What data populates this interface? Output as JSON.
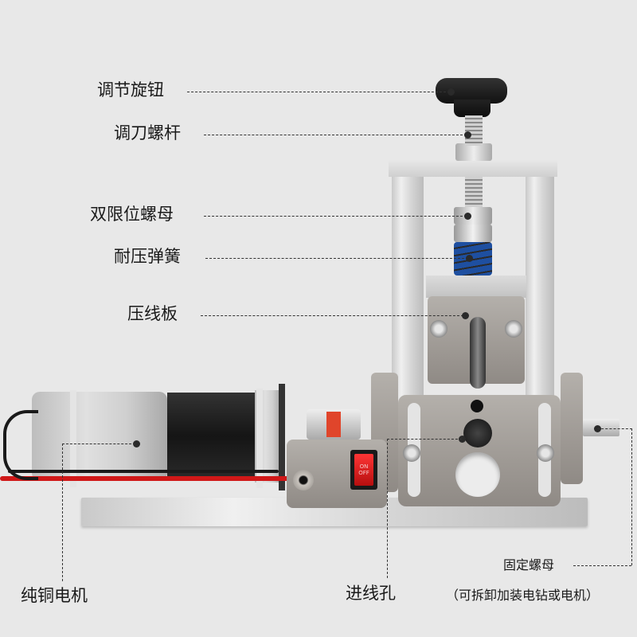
{
  "product": "wire stripping machine",
  "callouts": {
    "adjust_knob": "调节旋钮",
    "blade_screw": "调刀螺杆",
    "double_limit_nut": "双限位螺母",
    "pressure_spring": "耐压弹簧",
    "press_plate": "压线板",
    "copper_motor": "纯铜电机",
    "wire_inlet": "进线孔",
    "fixed_nut": "固定螺母",
    "fixed_nut_note": "（可拆卸加装电钻或电机）"
  },
  "switch": {
    "on_label": "ON",
    "off_label": "OFF",
    "color": "#d81b1b"
  },
  "colors": {
    "background": "#e8e8e8",
    "spring": "#1e4fa0",
    "coupling": "#e0452b",
    "wire_red": "#d01818",
    "wire_black": "#1a1a1a",
    "knob": "#1c1c1c"
  }
}
